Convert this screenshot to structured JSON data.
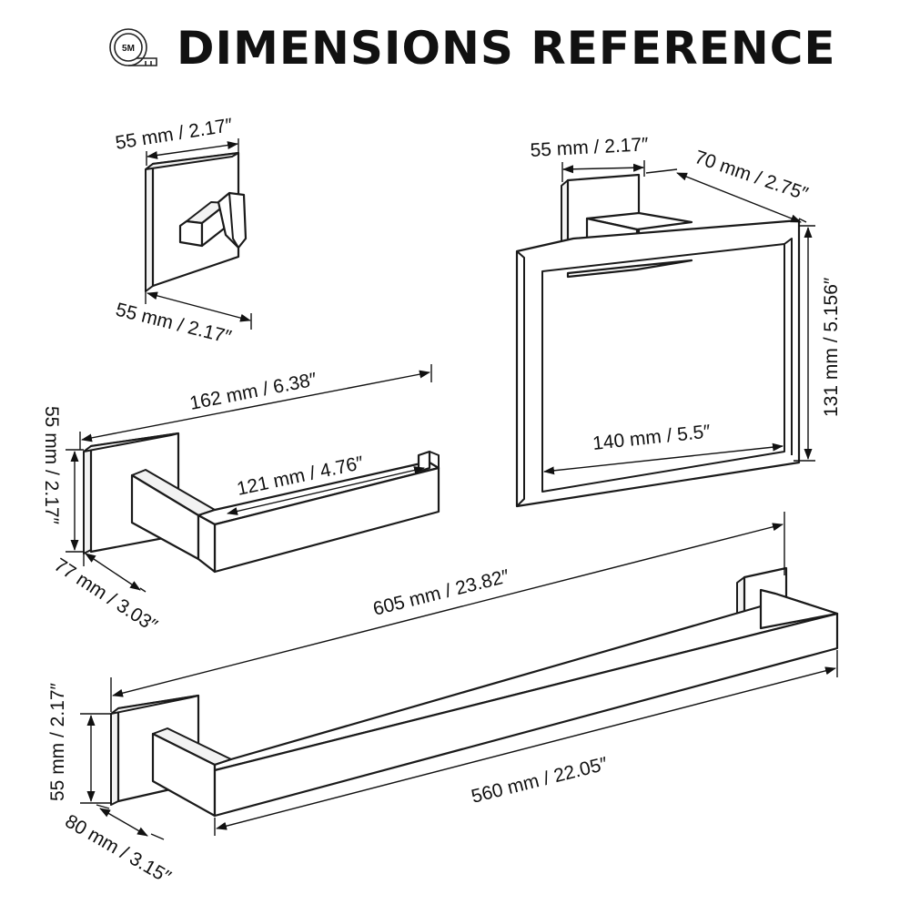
{
  "header": {
    "title": "DIMENSIONS REFERENCE",
    "tape_label": "5M",
    "tape_icon": "measuring-tape-icon"
  },
  "robe_hook": {
    "width": "55 mm / 2.17″",
    "depth": "55 mm / 2.17″"
  },
  "towel_ring": {
    "base_width": "55 mm / 2.17″",
    "projection": "70 mm / 2.75″",
    "height": "131 mm / 5.156″",
    "inner_width": "140 mm / 5.5″"
  },
  "paper_holder": {
    "length": "162 mm / 6.38″",
    "height": "55 mm / 2.17″",
    "bar_length": "121 mm / 4.76″",
    "depth": "77 mm / 3.03″"
  },
  "towel_bar": {
    "total_length": "605 mm / 23.82″",
    "bar_length": "560 mm / 22.05″",
    "height": "55 mm / 2.17″",
    "depth": "80 mm / 3.15″"
  }
}
